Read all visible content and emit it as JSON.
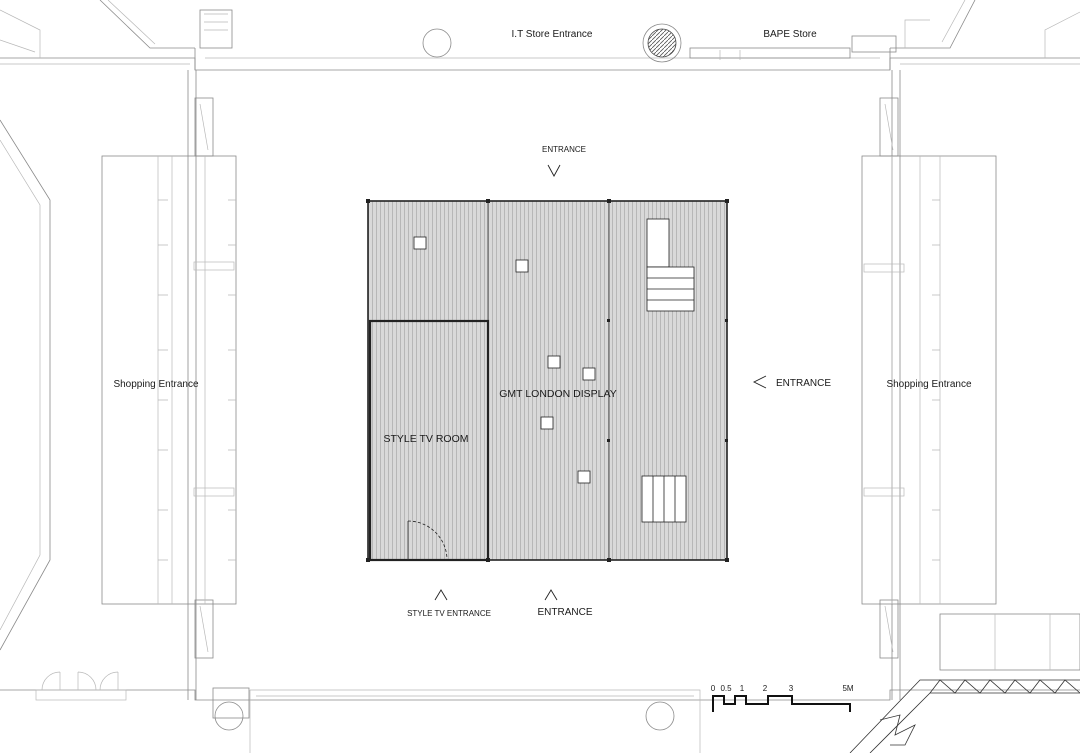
{
  "labels": {
    "it_store_entrance": "I.T Store Entrance",
    "bape_store": "BAPE Store",
    "entrance_top": "ENTRANCE",
    "entrance_right": "ENTRANCE",
    "entrance_bottom": "ENTRANCE",
    "shopping_entrance_left": "Shopping Entrance",
    "shopping_entrance_right": "Shopping Entrance",
    "gmt_london_display": "GMT LONDON DISPLAY",
    "style_tv_room": "STYLE TV ROOM",
    "style_tv_entrance": "STYLE TV ENTRANCE"
  },
  "scale_bar": {
    "ticks": [
      "0",
      "0.5",
      "1",
      "2",
      "3",
      "5M"
    ]
  },
  "colors": {
    "display_fill": "#d6d6d6",
    "hatch": "#a9a9a9",
    "ink": "#1a1a1a"
  }
}
